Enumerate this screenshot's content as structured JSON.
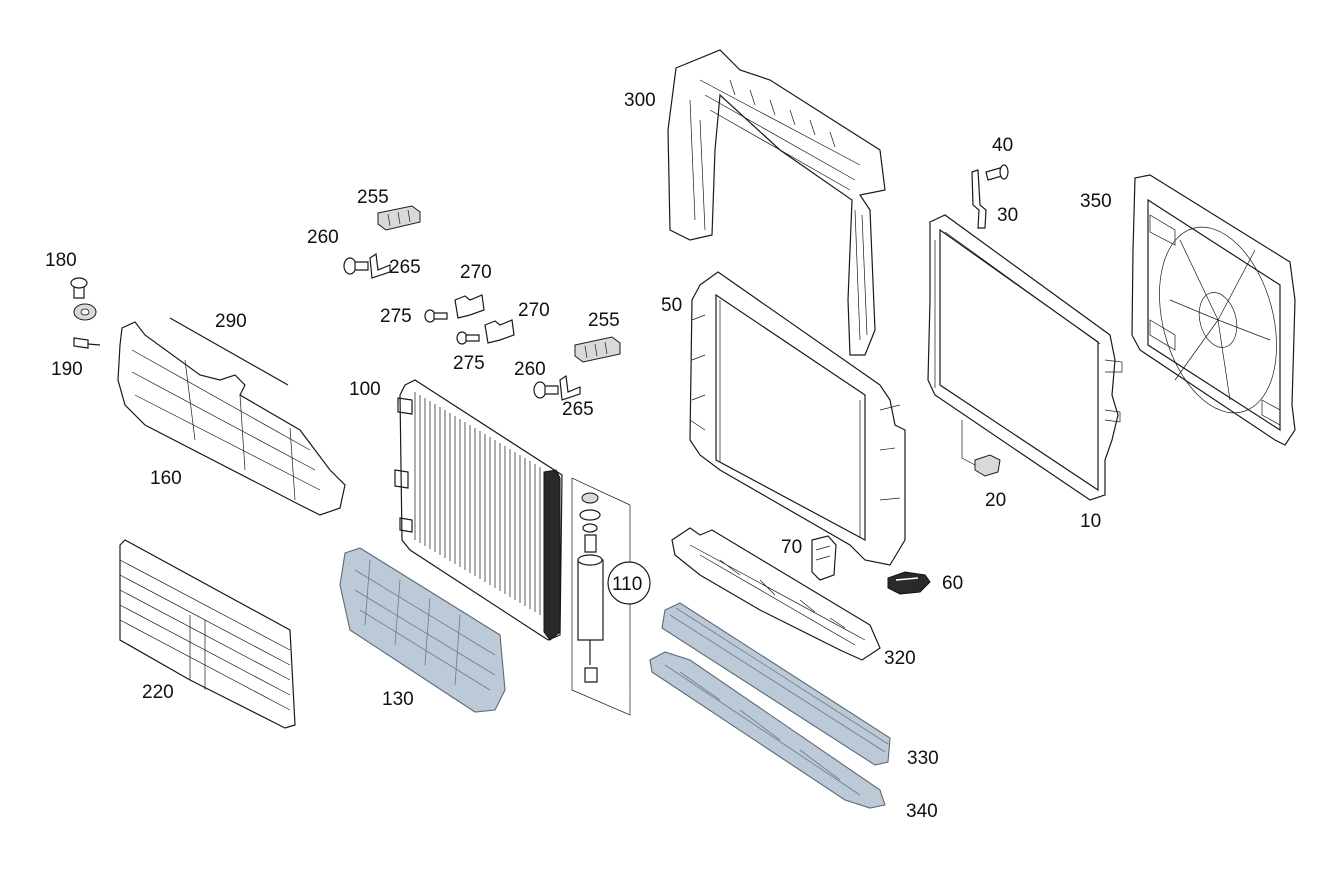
{
  "callouts": {
    "c10": "10",
    "c20": "20",
    "c30": "30",
    "c40": "40",
    "c50": "50",
    "c60": "60",
    "c70": "70",
    "c100": "100",
    "c110": "110",
    "c130": "130",
    "c160": "160",
    "c180": "180",
    "c190": "190",
    "c220": "220",
    "c255a": "255",
    "c255b": "255",
    "c260a": "260",
    "c260b": "260",
    "c265a": "265",
    "c265b": "265",
    "c270a": "270",
    "c270b": "270",
    "c275a": "275",
    "c275b": "275",
    "c290": "290",
    "c300": "300",
    "c320": "320",
    "c330": "330",
    "c340": "340",
    "c350": "350"
  },
  "colors": {
    "line": "#1a1a1a",
    "highlight_fill": "#bcc9d6",
    "background": "#ffffff"
  }
}
